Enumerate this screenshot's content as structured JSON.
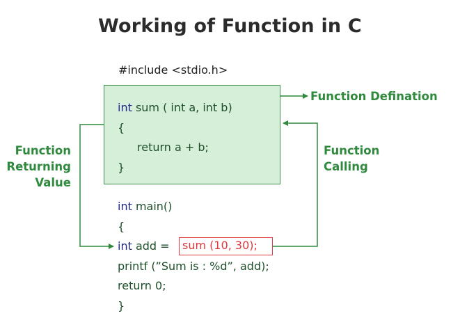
{
  "title": "Working of Function in C",
  "include_line": "#include <stdio.h>",
  "function_definition": {
    "line1_kw": "int",
    "line1_rest": " sum ( int a, int b)",
    "line2": "{",
    "line3": "return a + b;",
    "line4": "}"
  },
  "main_function": {
    "line1_kw": "int",
    "line1_rest": " main()",
    "line2": "{",
    "line3_kw": "int",
    "line3_rest": " add =",
    "call_expression": "sum (10, 30);",
    "line4": "printf (”Sum is : %d”, add);",
    "line5": "return 0;",
    "line6": "}"
  },
  "labels": {
    "function_definition": "Function Defination",
    "function_calling_line1": "Function",
    "function_calling_line2": "Calling",
    "function_returning_line1": "Function",
    "function_returning_line2": "Returning",
    "function_returning_line3": "Value"
  },
  "colors": {
    "accent_green": "#2f8a3d",
    "box_fill": "#d6efd8",
    "keyword_blue": "#1f2a8c",
    "call_red": "#e0383e",
    "title": "#2b2b2b"
  }
}
